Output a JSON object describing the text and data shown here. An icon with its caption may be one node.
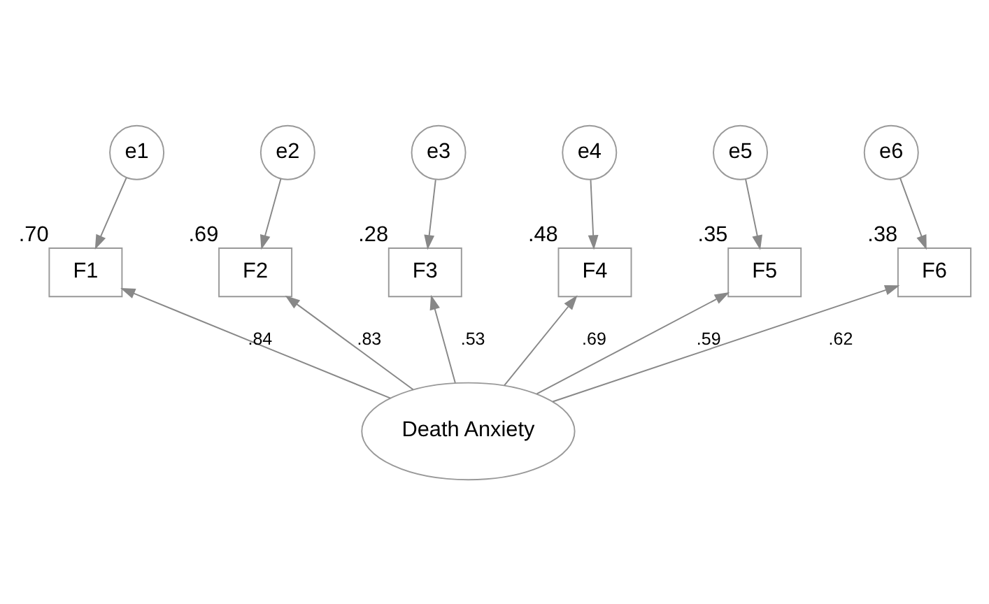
{
  "diagram": {
    "nodes": [
      {
        "text": [
          "e1"
        ]
      },
      {
        "text": [
          "e2"
        ]
      },
      {
        "text": [
          "e3"
        ]
      },
      {
        "text": [
          "e4"
        ]
      },
      {
        "text": [
          "e5"
        ]
      },
      {
        "text": [
          "e6"
        ]
      },
      {
        "text": [
          "F1"
        ],
        "beside": [
          ".70"
        ]
      },
      {
        "text": [
          "F2"
        ],
        "beside": [
          ".69"
        ]
      },
      {
        "text": [
          "F3"
        ],
        "beside": [
          ".28"
        ]
      },
      {
        "text": [
          "F4"
        ],
        "beside": [
          ".48"
        ]
      },
      {
        "text": [
          "F5"
        ],
        "beside": [
          ".35"
        ]
      },
      {
        "text": [
          "F6"
        ],
        "beside": [
          ".38"
        ]
      },
      {
        "text": [
          "Death Anxiety"
        ]
      }
    ],
    "edges": [
      {
        "from": 0,
        "to": 6,
        "arrow": "to"
      },
      {
        "from": 1,
        "to": 7,
        "arrow": "to"
      },
      {
        "from": 2,
        "to": 8,
        "arrow": "to"
      },
      {
        "from": 3,
        "to": 9,
        "arrow": "to"
      },
      {
        "from": 4,
        "to": 10,
        "arrow": "to"
      },
      {
        "from": 5,
        "to": 11,
        "arrow": "to"
      },
      {
        "from": 12,
        "to": 6,
        "arrow": "to",
        "label": ".84"
      },
      {
        "from": 12,
        "to": 7,
        "arrow": "to",
        "label": ".83"
      },
      {
        "from": 12,
        "to": 8,
        "arrow": "to",
        "label": ".53"
      },
      {
        "from": 12,
        "to": 9,
        "arrow": "to",
        "label": ".69"
      },
      {
        "from": 12,
        "to": 10,
        "arrow": "to",
        "label": ".59"
      },
      {
        "from": 12,
        "to": 11,
        "arrow": "to",
        "label": ".62"
      }
    ]
  }
}
